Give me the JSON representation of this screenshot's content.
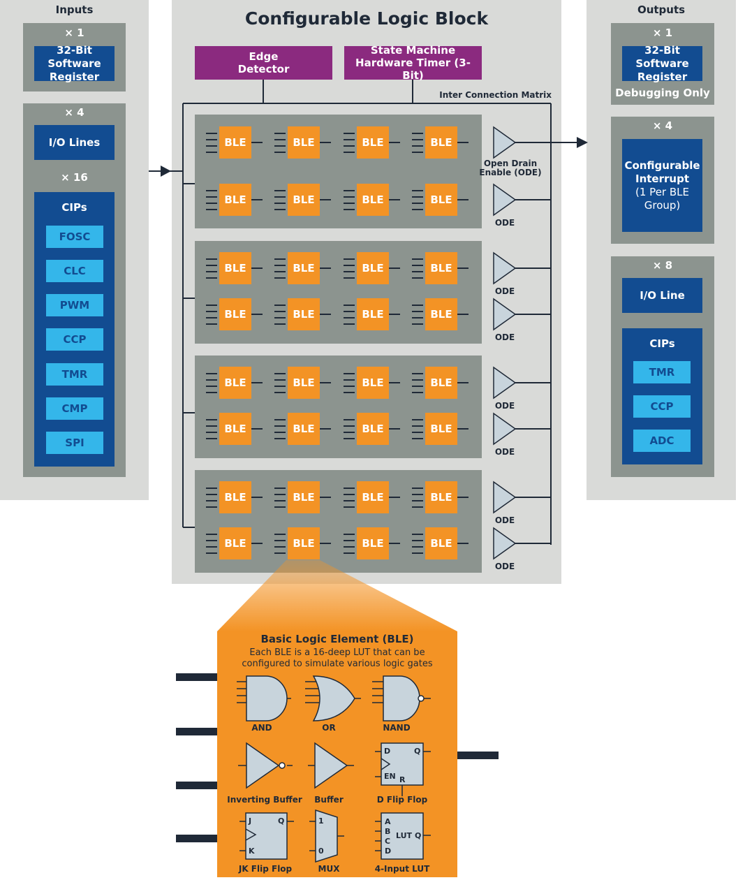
{
  "inputs": {
    "title": "Inputs",
    "reg_mult": "× 1",
    "reg_label": "32-Bit Software Register",
    "io_mult": "× 4",
    "io_label": "I/O Lines",
    "cip_mult": "× 16",
    "cip_title": "CIPs",
    "cips": [
      "FOSC",
      "CLC",
      "PWM",
      "CCP",
      "TMR",
      "CMP",
      "SPI"
    ]
  },
  "clb": {
    "title": "Configurable Logic Block",
    "edge_detector": "Edge Detector",
    "state_machine": "State Machine Hardware Timer (3-Bit)",
    "matrix_label": "Inter Connection Matrix",
    "ble_label": "BLE",
    "ode_first": "Open Drain Enable (ODE)",
    "ode_label": "ODE"
  },
  "outputs": {
    "title": "Outputs",
    "reg_mult": "× 1",
    "reg_label": "32-Bit Software Register",
    "reg_note": "Debugging Only",
    "int_mult": "× 4",
    "int_label": "Configurable Interrupt",
    "int_sub": "(1 Per BLE Group)",
    "io_mult": "× 8",
    "io_label": "I/O Line",
    "cip_title": "CIPs",
    "cips": [
      "TMR",
      "CCP",
      "ADC"
    ]
  },
  "ble_detail": {
    "title": "Basic Logic Element (BLE)",
    "desc1": "Each BLE is a 16-deep LUT that can be",
    "desc2": "configured to simulate various logic gates",
    "gates": [
      "AND",
      "OR",
      "NAND",
      "Inverting Buffer",
      "Buffer",
      "D Flip Flop",
      "JK Flip Flop",
      "MUX",
      "4-Input LUT"
    ],
    "dff_pins": [
      "D",
      "Q",
      "EN",
      "R"
    ],
    "jk_pins": [
      "J",
      "Q",
      "K"
    ],
    "mux_pins": [
      "1",
      "0"
    ],
    "lut_pins": [
      "A",
      "B",
      "C",
      "D",
      "LUT",
      "Q"
    ]
  },
  "colors": {
    "dark_blue": "#124c91",
    "light_blue": "#34b6ea",
    "orange": "#f39325",
    "purple": "#8b2a7f",
    "group_gray": "#8c948f",
    "panel_gray": "#d9dad8"
  }
}
